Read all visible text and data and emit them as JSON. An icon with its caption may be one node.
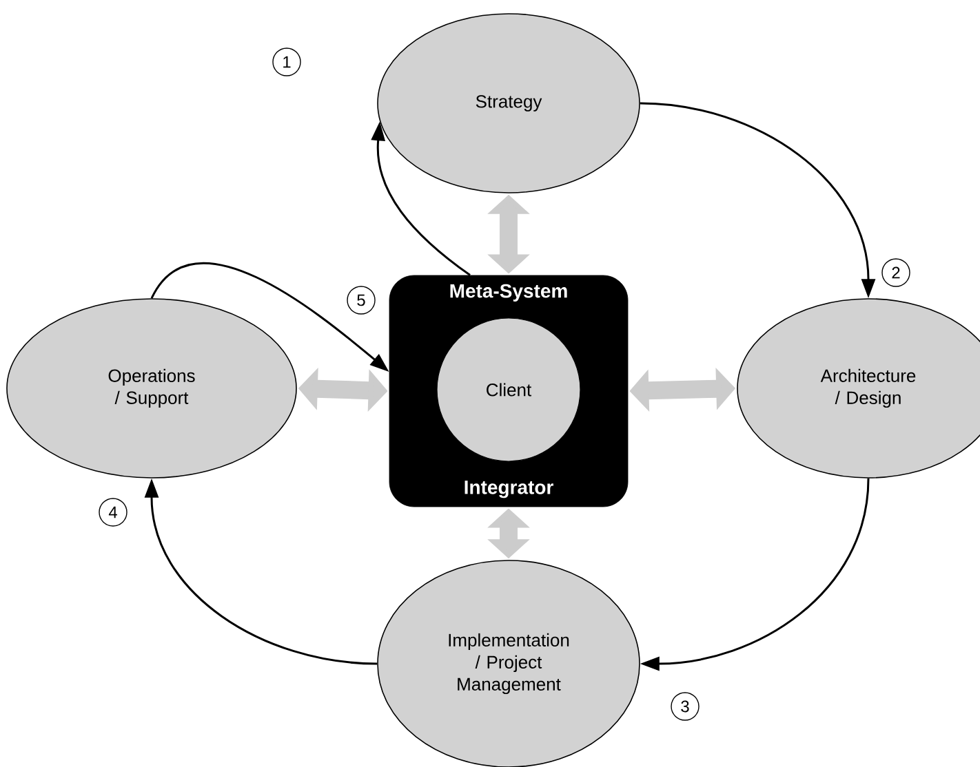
{
  "diagram": {
    "nodes": [
      {
        "text": [
          "Strategy"
        ]
      },
      {
        "text": [
          "Meta-System",
          "Integrator"
        ]
      },
      {
        "text": [
          "Client"
        ],
        "in": 1
      },
      {
        "text": [
          "Operations / Support"
        ]
      },
      {
        "text": [
          "Architecture / Design"
        ]
      },
      {
        "text": [
          "Implementation / Project Management"
        ]
      }
    ],
    "edges": [
      {
        "from": 1,
        "to": 0,
        "arrow": "to"
      },
      {
        "from": 0,
        "to": 4,
        "arrow": "to"
      },
      {
        "from": 4,
        "to": 5,
        "arrow": "to"
      },
      {
        "from": 5,
        "to": 3,
        "arrow": "to"
      },
      {
        "from": 3,
        "to": 1,
        "arrow": "to"
      },
      {
        "from": 0,
        "to": 1,
        "arrow": "both",
        "style": "thick",
        "color": "#cccccc"
      },
      {
        "from": 3,
        "to": 1,
        "arrow": "both",
        "style": "thick",
        "color": "#cccccc"
      },
      {
        "from": 1,
        "to": 4,
        "arrow": "both",
        "style": "thick",
        "color": "#cccccc"
      },
      {
        "from": 1,
        "to": 5,
        "arrow": "both",
        "style": "thick",
        "color": "#cccccc"
      }
    ],
    "labels": [
      "1",
      "2",
      "3",
      "4",
      "5"
    ]
  }
}
